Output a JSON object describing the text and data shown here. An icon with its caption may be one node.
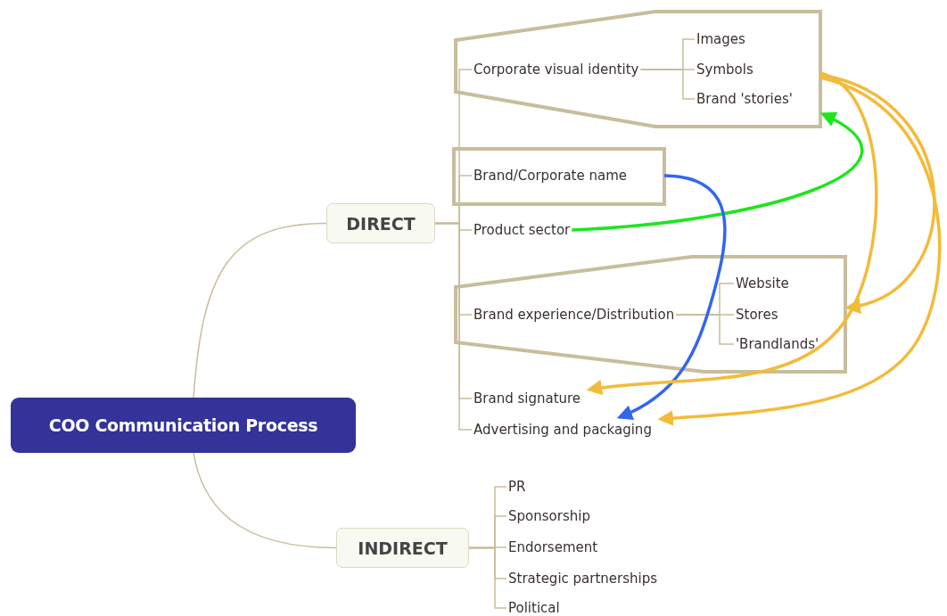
{
  "diagram": {
    "nodes": [
      {
        "text": [
          "COO Communication Process"
        ]
      },
      {
        "text": [
          "DIRECT"
        ]
      },
      {
        "text": [
          "INDIRECT"
        ]
      },
      {
        "text": [],
        "shape": "box"
      },
      {
        "text": [
          "Corporate visual identity"
        ],
        "in": 3
      },
      {
        "text": [
          "Images"
        ],
        "in": 3
      },
      {
        "text": [
          "Symbols"
        ],
        "in": 3
      },
      {
        "text": [
          "Brand 'stories'"
        ],
        "in": 3
      },
      {
        "text": [],
        "shape": "box"
      },
      {
        "text": [
          "Brand/Corporate name"
        ],
        "in": 8
      },
      {
        "text": [
          "Product sector"
        ]
      },
      {
        "text": [],
        "shape": "box"
      },
      {
        "text": [
          "Brand experience/Distribution"
        ],
        "in": 11
      },
      {
        "text": [
          "Website"
        ],
        "in": 11
      },
      {
        "text": [
          "Stores"
        ],
        "in": 11
      },
      {
        "text": [
          "'Brandlands'"
        ],
        "in": 11
      },
      {
        "text": [
          "Brand signature"
        ]
      },
      {
        "text": [
          "Advertising and packaging"
        ]
      },
      {
        "text": [
          "PR"
        ]
      },
      {
        "text": [
          "Sponsorship"
        ]
      },
      {
        "text": [
          "Endorsement"
        ]
      },
      {
        "text": [
          "Strategic partnerships"
        ]
      },
      {
        "text": [
          "Political"
        ]
      }
    ],
    "edges": [
      {
        "from": 0,
        "to": 1,
        "arrow": "none"
      },
      {
        "from": 0,
        "to": 2,
        "arrow": "none"
      },
      {
        "from": 1,
        "to": 4,
        "arrow": "none"
      },
      {
        "from": 1,
        "to": 9,
        "arrow": "none"
      },
      {
        "from": 1,
        "to": 10,
        "arrow": "none"
      },
      {
        "from": 1,
        "to": 12,
        "arrow": "none"
      },
      {
        "from": 1,
        "to": 16,
        "arrow": "none"
      },
      {
        "from": 1,
        "to": 17,
        "arrow": "none"
      },
      {
        "from": 4,
        "to": 5,
        "arrow": "none"
      },
      {
        "from": 4,
        "to": 6,
        "arrow": "none"
      },
      {
        "from": 4,
        "to": 7,
        "arrow": "none"
      },
      {
        "from": 12,
        "to": 13,
        "arrow": "none"
      },
      {
        "from": 12,
        "to": 14,
        "arrow": "none"
      },
      {
        "from": 12,
        "to": 15,
        "arrow": "none"
      },
      {
        "from": 2,
        "to": 18,
        "arrow": "none"
      },
      {
        "from": 2,
        "to": 19,
        "arrow": "none"
      },
      {
        "from": 2,
        "to": 20,
        "arrow": "none"
      },
      {
        "from": 2,
        "to": 21,
        "arrow": "none"
      },
      {
        "from": 2,
        "to": 22,
        "arrow": "none"
      },
      {
        "from": 10,
        "to": 3,
        "arrow": "to",
        "style": "thick",
        "color": "#1ee61e"
      },
      {
        "from": 9,
        "to": 17,
        "arrow": "to",
        "style": "thick",
        "color": "#3366ee"
      },
      {
        "from": 3,
        "to": 16,
        "arrow": "to",
        "style": "thick",
        "color": "#f2bb3a"
      },
      {
        "from": 3,
        "to": 11,
        "arrow": "to",
        "style": "thick",
        "color": "#f2bb3a"
      },
      {
        "from": 3,
        "to": 17,
        "arrow": "to",
        "style": "thick",
        "color": "#f2bb3a"
      }
    ]
  }
}
